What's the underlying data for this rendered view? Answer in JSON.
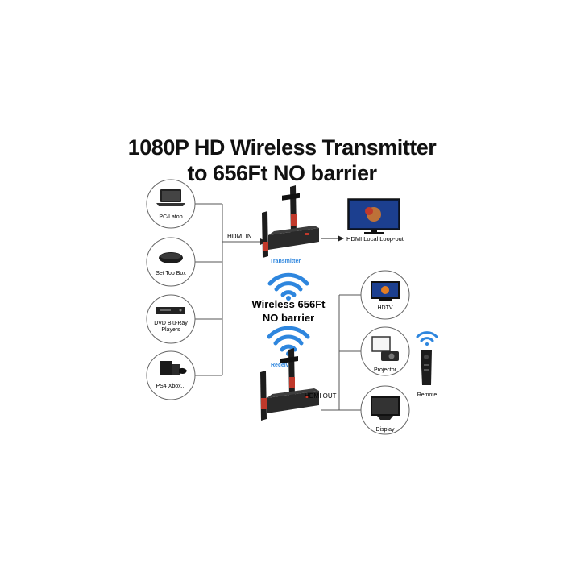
{
  "title": {
    "line1": "1080P  HD Wireless Transmitter",
    "line2": "to 656Ft  NO barrier"
  },
  "sources": [
    {
      "label": "PC/Latop",
      "icon": "laptop-icon"
    },
    {
      "label": "Set Top Box",
      "icon": "set-top-box-icon"
    },
    {
      "label_line1": "DVD Blu-Ray",
      "label_line2": "Players",
      "icon": "dvd-player-icon"
    },
    {
      "label": "PS4 Xbox...",
      "icon": "game-console-icon"
    }
  ],
  "transmitter": {
    "input_label": "HDMI IN",
    "name": "Transmitter",
    "loopout_label": "HDMI Local Loop-out"
  },
  "wireless": {
    "line1": "Wireless 656Ft",
    "line2": "NO barrier"
  },
  "receiver": {
    "name": "Receive",
    "output_label": "HDMI OUT"
  },
  "outputs": [
    {
      "label": "HDTV",
      "icon": "tv-icon"
    },
    {
      "label": "Projector",
      "icon": "projector-icon"
    },
    {
      "label": "Display",
      "icon": "monitor-icon"
    }
  ],
  "remote": {
    "label": "Remote",
    "icon": "remote-control-icon"
  },
  "colors": {
    "accent_blue": "#2e86de",
    "device_body": "#2a2a2a",
    "antenna_red": "#c0392b",
    "line": "#555555"
  }
}
